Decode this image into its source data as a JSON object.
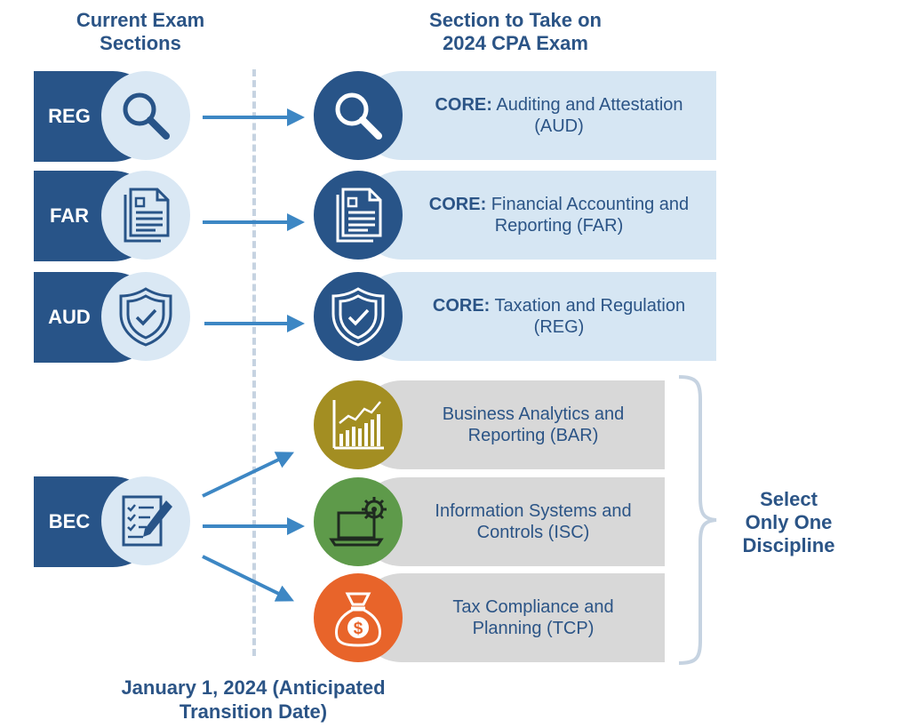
{
  "header": {
    "left": [
      "Current Exam",
      "Sections"
    ],
    "right": [
      "Section to Take on",
      "2024 CPA Exam"
    ]
  },
  "current_sections": [
    {
      "code": "REG",
      "icon": "magnifier-icon"
    },
    {
      "code": "FAR",
      "icon": "document-icon"
    },
    {
      "code": "AUD",
      "icon": "shield-check-icon"
    },
    {
      "code": "BEC",
      "icon": "checklist-pen-icon"
    }
  ],
  "core_sections": [
    {
      "prefix": "CORE:",
      "line1": " Auditing and Attestation",
      "line2": "(AUD)",
      "icon": "magnifier-icon"
    },
    {
      "prefix": "CORE:",
      "line1": " Financial Accounting and",
      "line2": "Reporting (FAR)",
      "icon": "document-icon"
    },
    {
      "prefix": "CORE:",
      "line1": " Taxation and Regulation",
      "line2": "(REG)",
      "icon": "shield-check-icon"
    }
  ],
  "disciplines": [
    {
      "line1": "Business Analytics and",
      "line2": "Reporting (BAR)",
      "icon": "bar-chart-icon",
      "color": "#a38e22"
    },
    {
      "line1": "Information Systems and",
      "line2": "Controls (ISC)",
      "icon": "laptop-gear-icon",
      "color": "#5e9a4a"
    },
    {
      "line1": "Tax Compliance and",
      "line2": "Planning (TCP)",
      "icon": "money-bag-icon",
      "color": "#e8642a"
    }
  ],
  "colors": {
    "navy": "#285488",
    "light_blue": "#d6e6f3",
    "gray": "#d8d8d8",
    "arrow": "#3d87c4"
  },
  "select_label": [
    "Select",
    "Only One",
    "Discipline"
  ],
  "footer": [
    "January 1, 2024 (Anticipated",
    "Transition Date)"
  ]
}
